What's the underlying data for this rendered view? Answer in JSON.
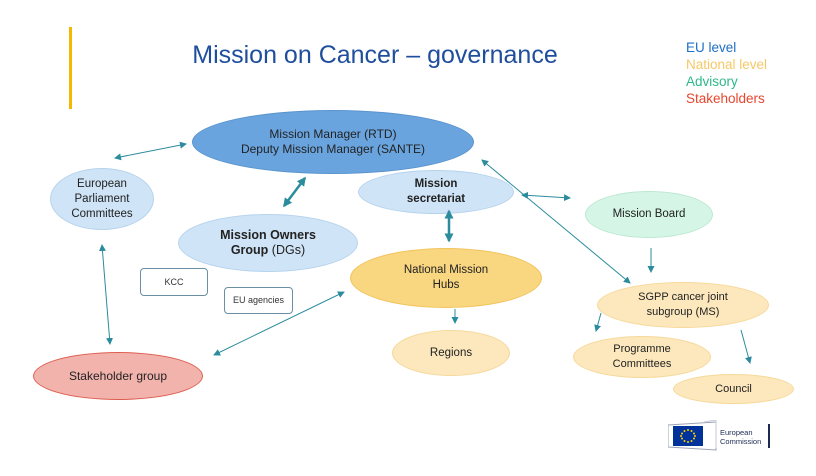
{
  "title": "Mission on Cancer – governance",
  "legend": {
    "eu_level": "EU level",
    "national_level": "National level",
    "advisory": "Advisory",
    "stakeholders": "Stakeholders"
  },
  "colors": {
    "eu_level": "#1e6fc8",
    "national_level": "#f6c867",
    "advisory": "#2db88a",
    "stakeholders": "#e8462e",
    "title": "#1f4e9c",
    "accent_bar": "#f5b800",
    "connector": "#2a8c9c"
  },
  "nodes": {
    "mission_manager": "Mission Manager (RTD)\nDeputy Mission Manager (SANTE)",
    "mission_secretariat": "Mission\nsecretariat",
    "european_parliament_committees": "European\nParliament\nCommittees",
    "mission_owners_group": {
      "bold": "Mission Owners\nGroup",
      "normal": " (DGs)"
    },
    "national_mission_hubs": "National Mission\nHubs",
    "regions": "Regions",
    "mission_board": "Mission Board",
    "sgpp": "SGPP cancer joint\nsubgroup (MS)",
    "programme_committees": "Programme\nCommittees",
    "council": "Council",
    "stakeholder_group": "Stakeholder group",
    "kcc": "KCC",
    "eu_agencies": "EU agencies"
  },
  "logo": {
    "text": "European\nCommission",
    "icon": "eu-flag-icon"
  }
}
